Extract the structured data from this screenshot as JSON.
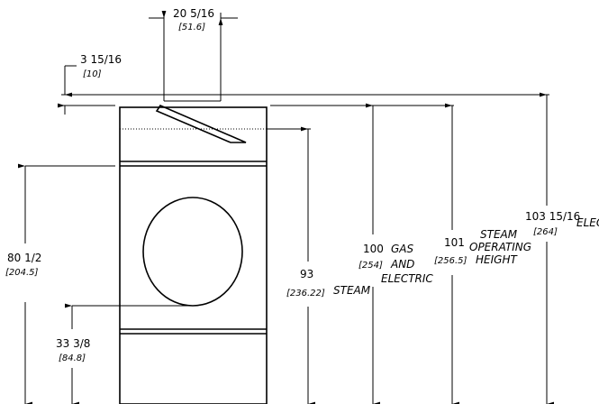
{
  "dimensions": {
    "top_gap": {
      "value": "20 5/16",
      "metric": "[51.6]"
    },
    "top_offset": {
      "value": "3 15/16",
      "metric": "[10]"
    },
    "left_height": {
      "value": "80 1/2",
      "metric": "[204.5]"
    },
    "door_center": {
      "value": "33 3/8",
      "metric": "[84.8]"
    },
    "steam_height": {
      "value": "93",
      "metric": "[236.22]",
      "note": "STEAM"
    },
    "gas_electric_height": {
      "value": "100",
      "metric": "[254]",
      "note_lines": [
        "GAS",
        "AND",
        "ELECTRIC"
      ]
    },
    "steam_operating_height": {
      "value": "101",
      "metric": "[256.5]",
      "note_lines": [
        "STEAM",
        "OPERATING",
        "HEIGHT"
      ]
    },
    "max_height": {
      "value": "103 15/16",
      "metric": "[264]",
      "note": "ELEC"
    }
  },
  "colors": {
    "line": "#000000",
    "background": "#ffffff"
  }
}
